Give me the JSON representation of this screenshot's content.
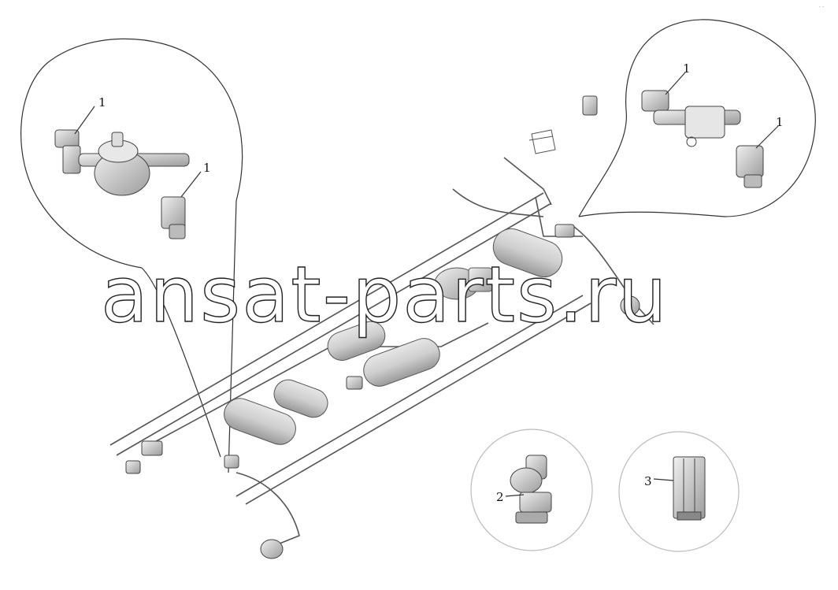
{
  "diagram": {
    "callouts": [
      {
        "id": "c1a",
        "label": "1"
      },
      {
        "id": "c1b",
        "label": "1"
      },
      {
        "id": "c1c",
        "label": "1"
      },
      {
        "id": "c1d",
        "label": "1"
      },
      {
        "id": "c2",
        "label": "2"
      },
      {
        "id": "c3",
        "label": "3"
      }
    ],
    "watermark": "ansat-parts.ru",
    "corner_mark": "- -",
    "colors": {
      "line": "#333333",
      "tank_fill": "#d0d0d0",
      "tank_shade": "#a8a8a8",
      "background": "#ffffff"
    }
  }
}
